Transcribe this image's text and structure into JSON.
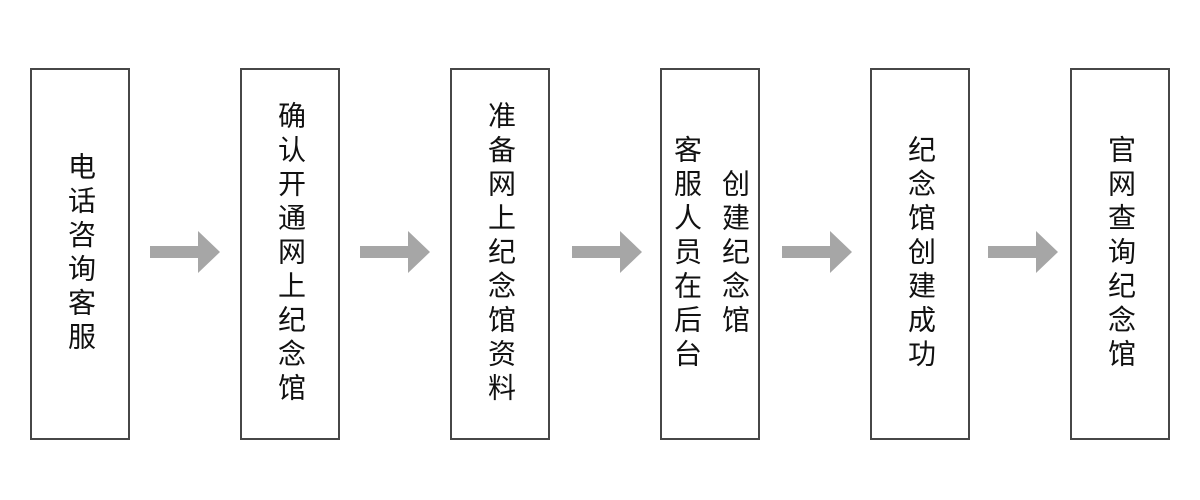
{
  "flowchart": {
    "steps": [
      {
        "label": "电话咨询客服"
      },
      {
        "label": "确认开通网上纪念馆"
      },
      {
        "label": "准备网上纪念馆资料"
      },
      {
        "label": "客服人员在后台\n创建纪念馆"
      },
      {
        "label": "纪念馆创建成功"
      },
      {
        "label": "官网查询纪念馆"
      }
    ],
    "connector": "arrow-right"
  },
  "colors": {
    "arrow": "#a6a6a6",
    "box_border": "#474747",
    "text": "#111111",
    "background": "#ffffff"
  }
}
